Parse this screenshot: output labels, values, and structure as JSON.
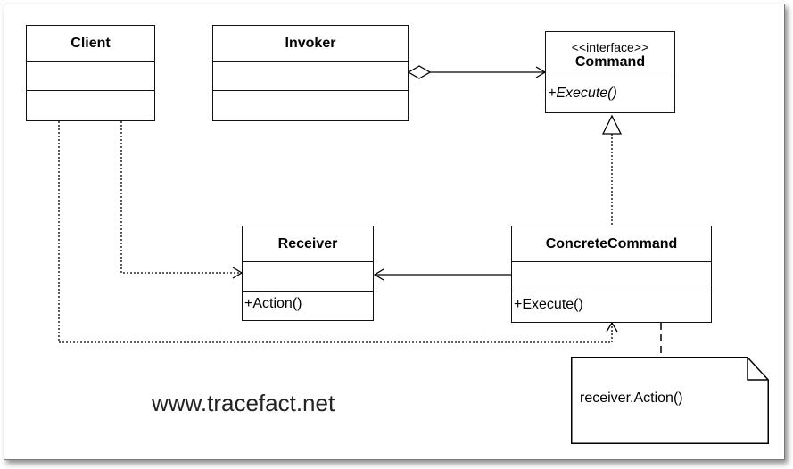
{
  "classes": {
    "client": {
      "name": "Client"
    },
    "invoker": {
      "name": "Invoker"
    },
    "command": {
      "stereotype": "<<interface>>",
      "name": "Command",
      "operation": "+Execute()"
    },
    "receiver": {
      "name": "Receiver",
      "operation": "+Action()"
    },
    "concrete_command": {
      "name": "ConcreteCommand",
      "operation": "+Execute()"
    }
  },
  "note": {
    "text": "receiver.Action()"
  },
  "watermark": {
    "text": "www.tracefact.net"
  }
}
